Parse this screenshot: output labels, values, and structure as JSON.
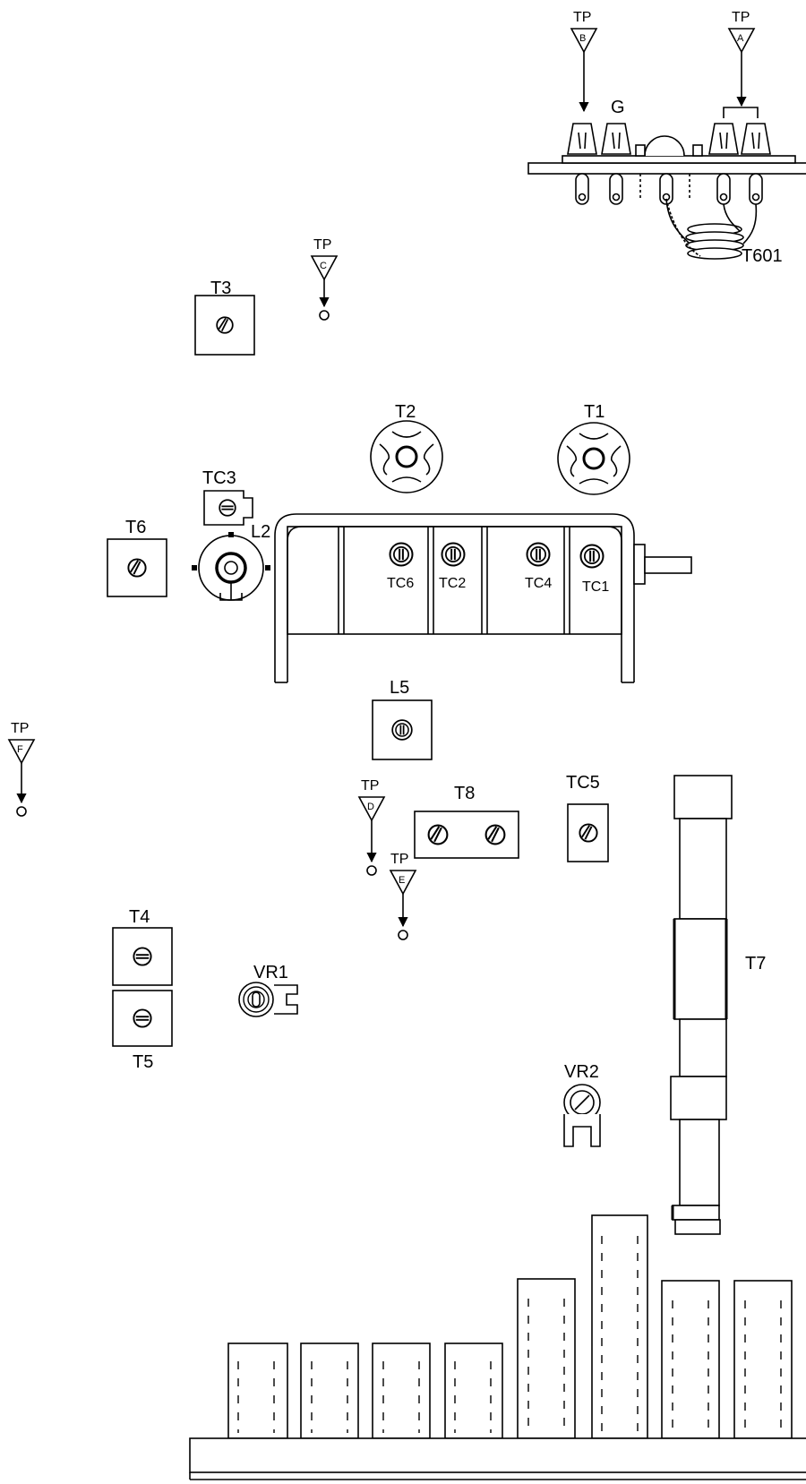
{
  "labels": {
    "tp": "TP",
    "tp_a": "A",
    "tp_b": "B",
    "tp_c": "C",
    "tp_d": "D",
    "tp_e": "E",
    "tp_f": "F",
    "g": "G",
    "t601": "T601",
    "t1": "T1",
    "t2": "T2",
    "t3": "T3",
    "t4": "T4",
    "t5": "T5",
    "t6": "T6",
    "t7": "T7",
    "t8": "T8",
    "tc1": "TC1",
    "tc2": "TC2",
    "tc3": "TC3",
    "tc4": "TC4",
    "tc5": "TC5",
    "tc6": "TC6",
    "l2": "L2",
    "l5": "L5",
    "vr1": "VR1",
    "vr2": "VR2"
  },
  "colors": {
    "line": "#000000",
    "background": "#ffffff"
  }
}
